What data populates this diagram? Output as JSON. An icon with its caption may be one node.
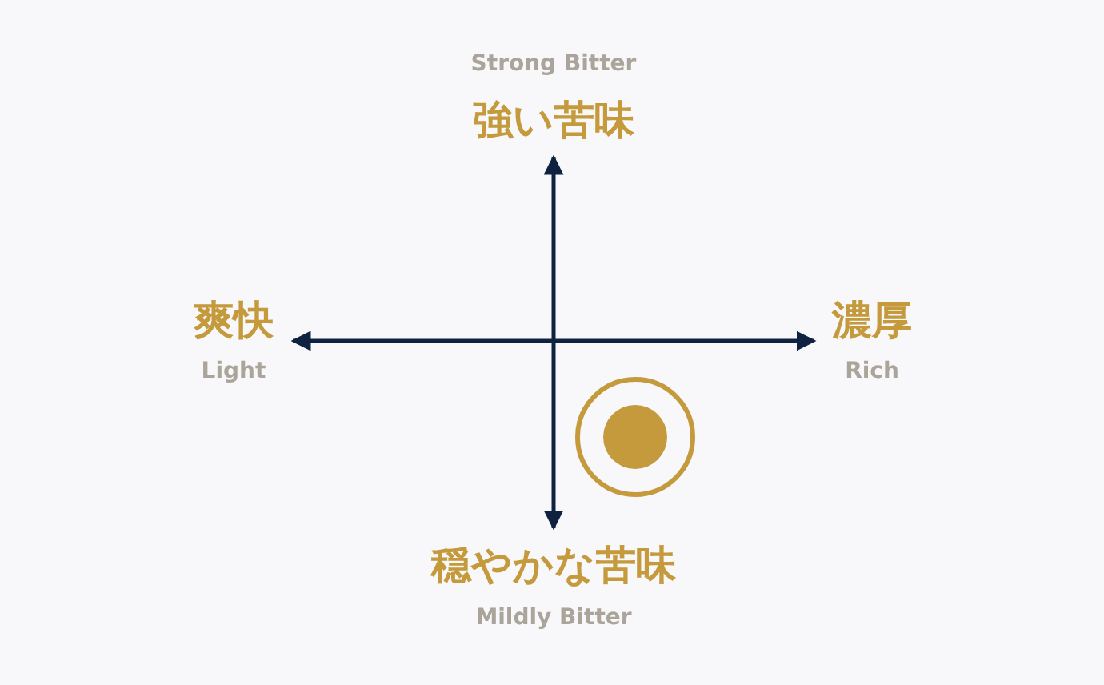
{
  "diagram": {
    "labels": [
      "Strong Bitter",
      "強い苦味",
      "爽快",
      "Light",
      "濃厚",
      "Rich",
      "穏やかな苦味",
      "Mildly Bitter"
    ]
  }
}
